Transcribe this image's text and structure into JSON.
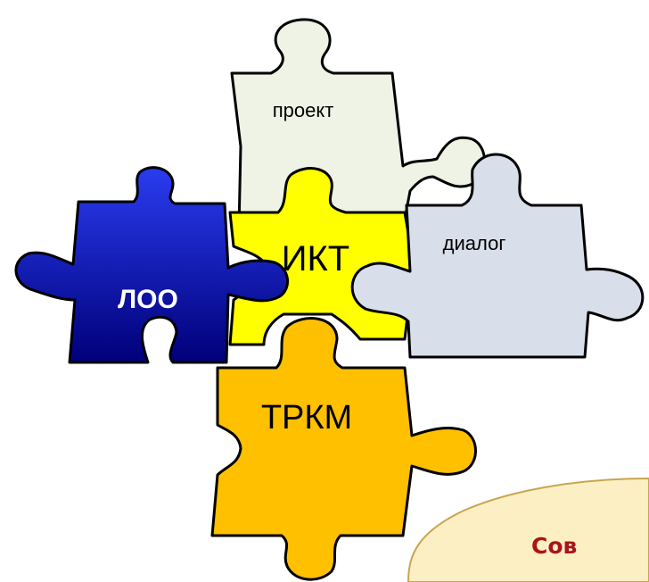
{
  "pieces": {
    "proekt": {
      "label": "проект",
      "color": "#eef3e6"
    },
    "ikt": {
      "label": "ИКТ",
      "color": "#ffff00"
    },
    "dialog": {
      "label": "диалог",
      "color": "#d9dfea"
    },
    "loo": {
      "label": "ЛОО",
      "color_light": "#2a3cf0",
      "color_dark": "#00007a",
      "text_color": "#ffffff"
    },
    "trkm": {
      "label": "ТРКМ",
      "color": "#ffc000"
    }
  },
  "callout": {
    "text": "Сов",
    "fill": "#fcefc4",
    "border": "#c8a64e",
    "text_color": "#a8141b"
  }
}
